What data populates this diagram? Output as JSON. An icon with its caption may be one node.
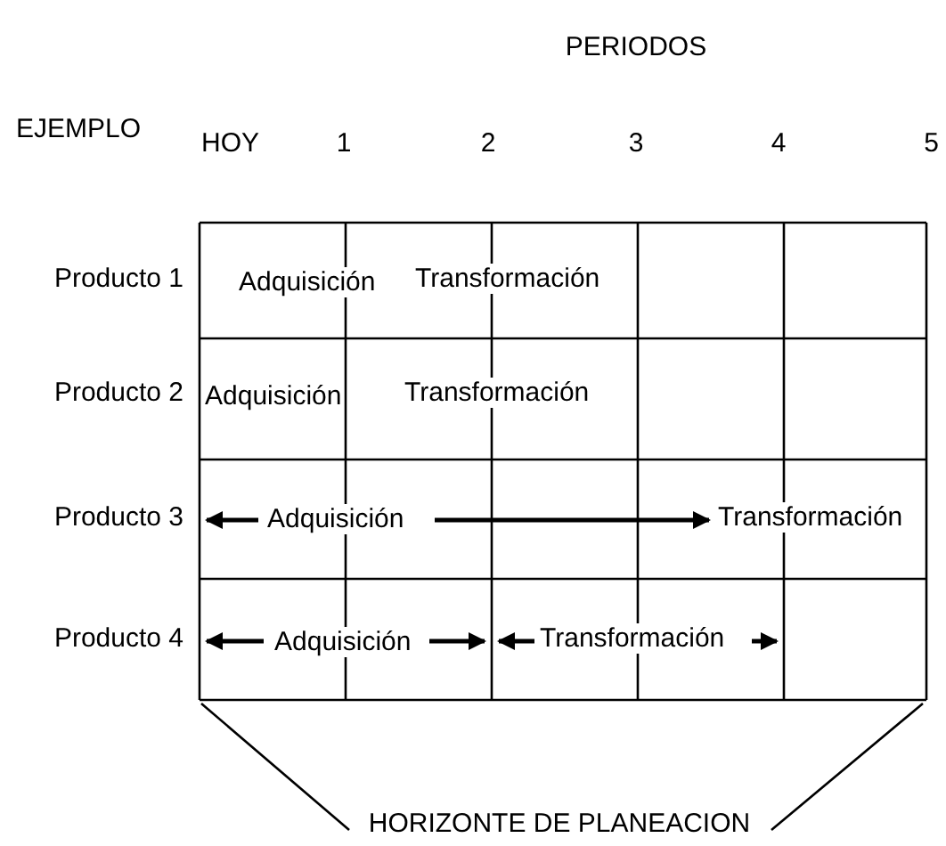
{
  "diagram": {
    "labels": [
      "PERIODOS",
      "EJEMPLO",
      "HOY",
      "1",
      "2",
      "3",
      "4",
      "5",
      "Producto 1",
      "Adquisición",
      "Transformación",
      "Producto 2",
      "Adquisición",
      "Transformación",
      "Producto 3",
      "Adquisición",
      "Transformación",
      "Producto 4",
      "Adquisición",
      "Transformación",
      "HORIZONTE DE PLANEACION"
    ]
  }
}
